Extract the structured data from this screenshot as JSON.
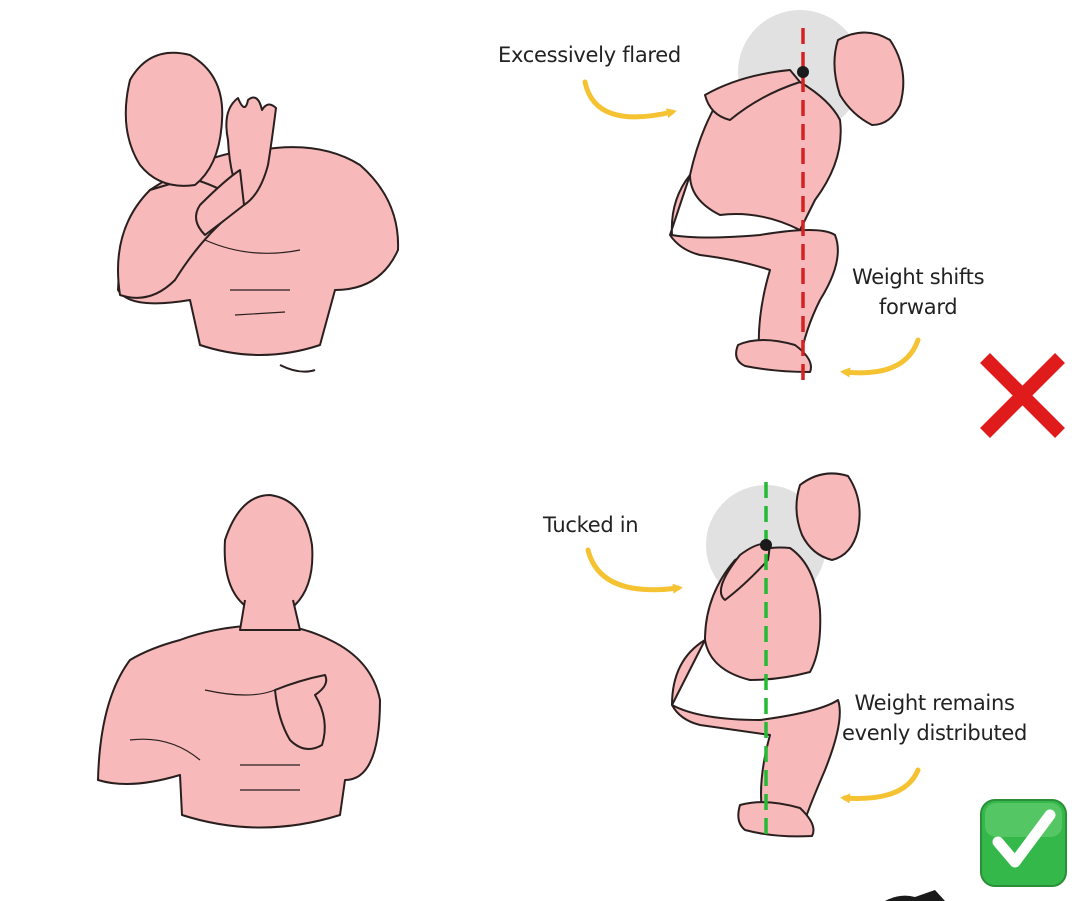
{
  "colors": {
    "skin": "#f7b9b9",
    "outline": "#2a1f1f",
    "arrow": "#f5c232",
    "bad_line": "#d42222",
    "good_line": "#22bb33",
    "cross": "#e01b1b",
    "check_bg": "#35b84a"
  },
  "panels": {
    "incorrect": {
      "label_elbow": "Excessively flared",
      "label_weight_line1": "Weight shifts",
      "label_weight_line2": "forward",
      "verdict_icon": "red-x-icon"
    },
    "correct": {
      "label_elbow": "Tucked in",
      "label_weight_line1": "Weight remains",
      "label_weight_line2": "evenly distributed",
      "verdict_icon": "green-check-icon"
    }
  }
}
